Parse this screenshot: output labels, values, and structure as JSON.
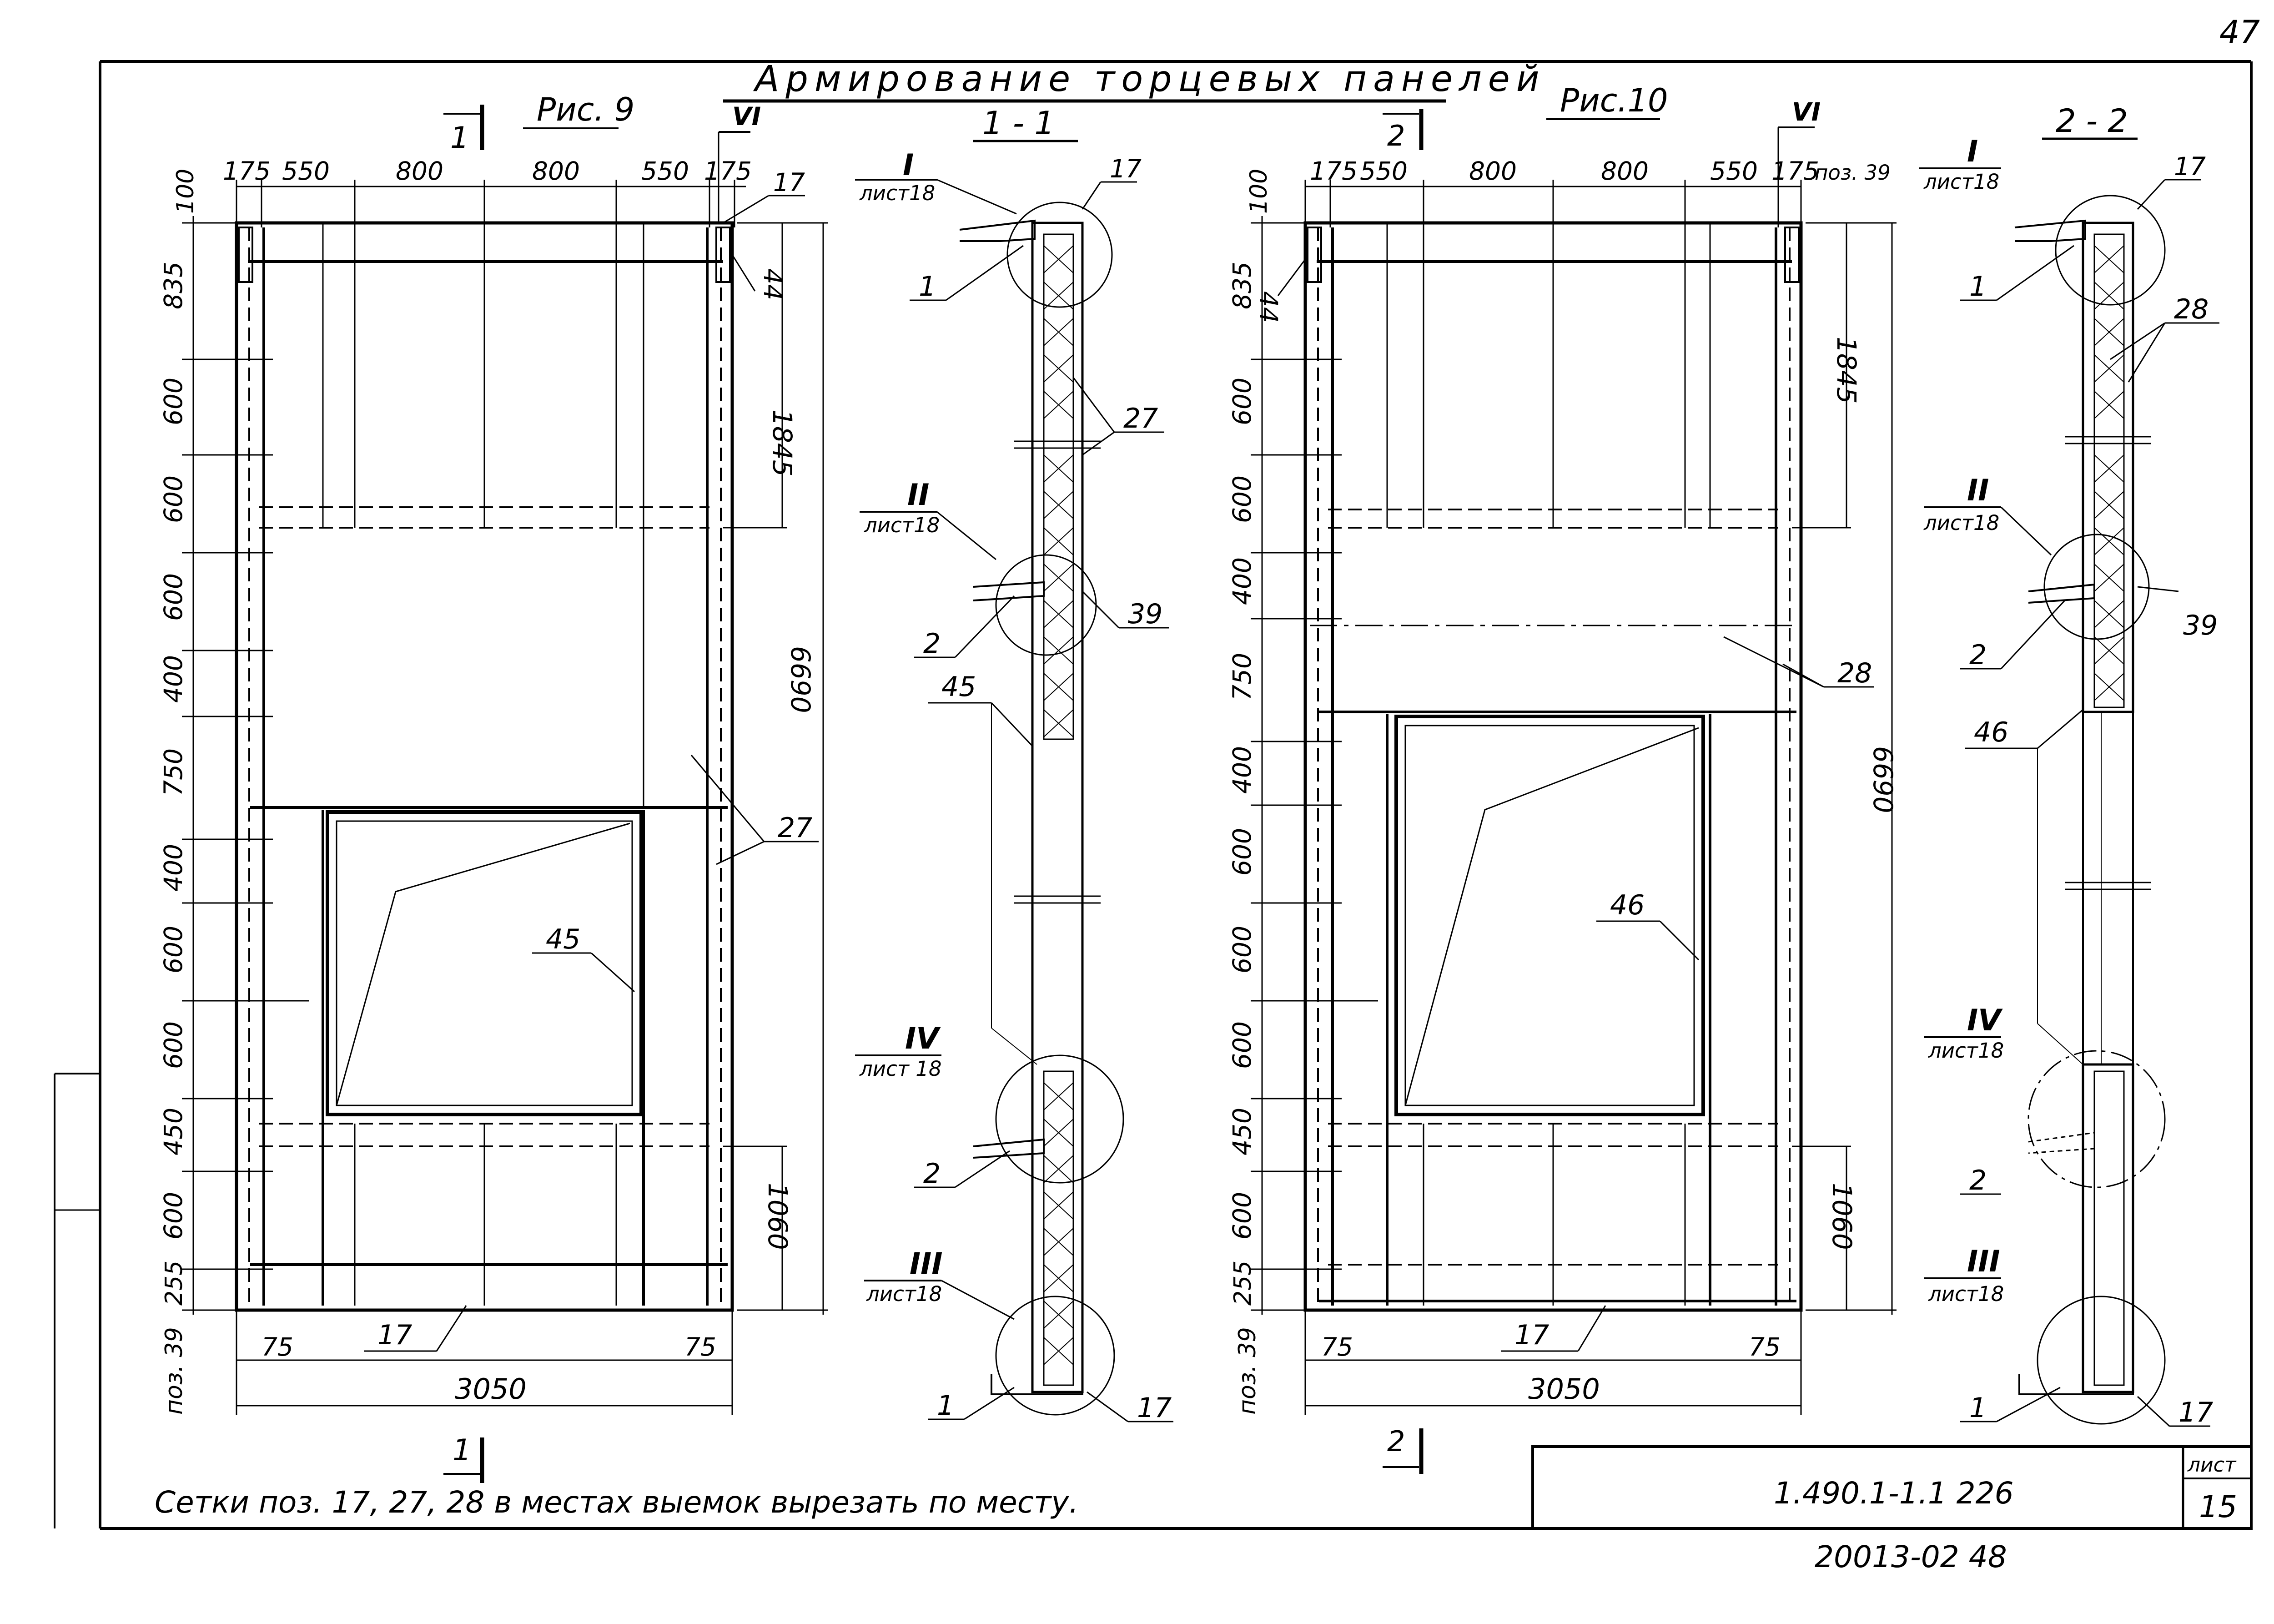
{
  "sheet_corner_number": "47",
  "main_title": "Армирование торцевых панелей",
  "fig9": {
    "caption": "Рис. 9",
    "section_mark": "1",
    "node_mark": "VI",
    "top_dims": [
      "175",
      "550",
      "800",
      "800",
      "550",
      "175"
    ],
    "top_pos": "17",
    "side_dims": [
      "100",
      "835",
      "600",
      "600",
      "600",
      "400",
      "750",
      "400",
      "600",
      "600",
      "450",
      "600",
      "255"
    ],
    "right_dims": [
      "1845",
      "6690",
      "1060"
    ],
    "pos_44": "44",
    "pos_27": "27",
    "pos_45": "45",
    "pos_17": "17",
    "bottom_75_left": "75",
    "bottom_75_right": "75",
    "overall_width": "3050",
    "poz39": "поз. 39"
  },
  "sec11": {
    "title": "1 - 1",
    "node1_roman": "I",
    "node1_sheet": "лист18",
    "node2_roman": "II",
    "node2_sheet": "лист18",
    "node4_roman": "IV",
    "node4_sheet": "лист 18",
    "node3_roman": "III",
    "node3_sheet": "лист18",
    "p17_top": "17",
    "p1_top": "1",
    "p27": "27",
    "p2_a": "2",
    "p39": "39",
    "p45": "45",
    "p2_b": "2",
    "p1_bot": "1",
    "p17_bot": "17"
  },
  "fig10": {
    "caption": "Рис.10",
    "section_mark": "2",
    "node_mark": "VI",
    "top_dims": [
      "175",
      "550",
      "800",
      "800",
      "550",
      "175"
    ],
    "poz39_top": "поз. 39",
    "side_dims": [
      "100",
      "835",
      "600",
      "600",
      "400",
      "750",
      "400",
      "600",
      "600",
      "600",
      "450",
      "600",
      "255"
    ],
    "right_dims": [
      "1845",
      "6690",
      "1060"
    ],
    "pos_44": "44",
    "pos_28": "28",
    "pos_46": "46",
    "pos_17": "17",
    "bottom_75_left": "75",
    "bottom_75_right": "75",
    "overall_width": "3050",
    "poz39": "поз. 39"
  },
  "sec22": {
    "title": "2 - 2",
    "node1_roman": "I",
    "node1_sheet": "лист18",
    "node2_roman": "II",
    "node2_sheet": "лист18",
    "node4_roman": "IV",
    "node4_sheet": "лист18",
    "node3_roman": "III",
    "node3_sheet": "лист18",
    "p17_top": "17",
    "p1_top": "1",
    "p28": "28",
    "p2_a": "2",
    "p39": "39",
    "p46": "46",
    "p2_b": "2",
    "p1_bot": "1",
    "p17_bot": "17"
  },
  "note": "Сетки поз. 17, 27, 28 в местах выемок вырезать по месту.",
  "stamp": {
    "doc_code": "1.490.1-1.1 226",
    "sheet_label": "лист",
    "sheet_number": "15",
    "archive_number": "20013-02 48"
  }
}
